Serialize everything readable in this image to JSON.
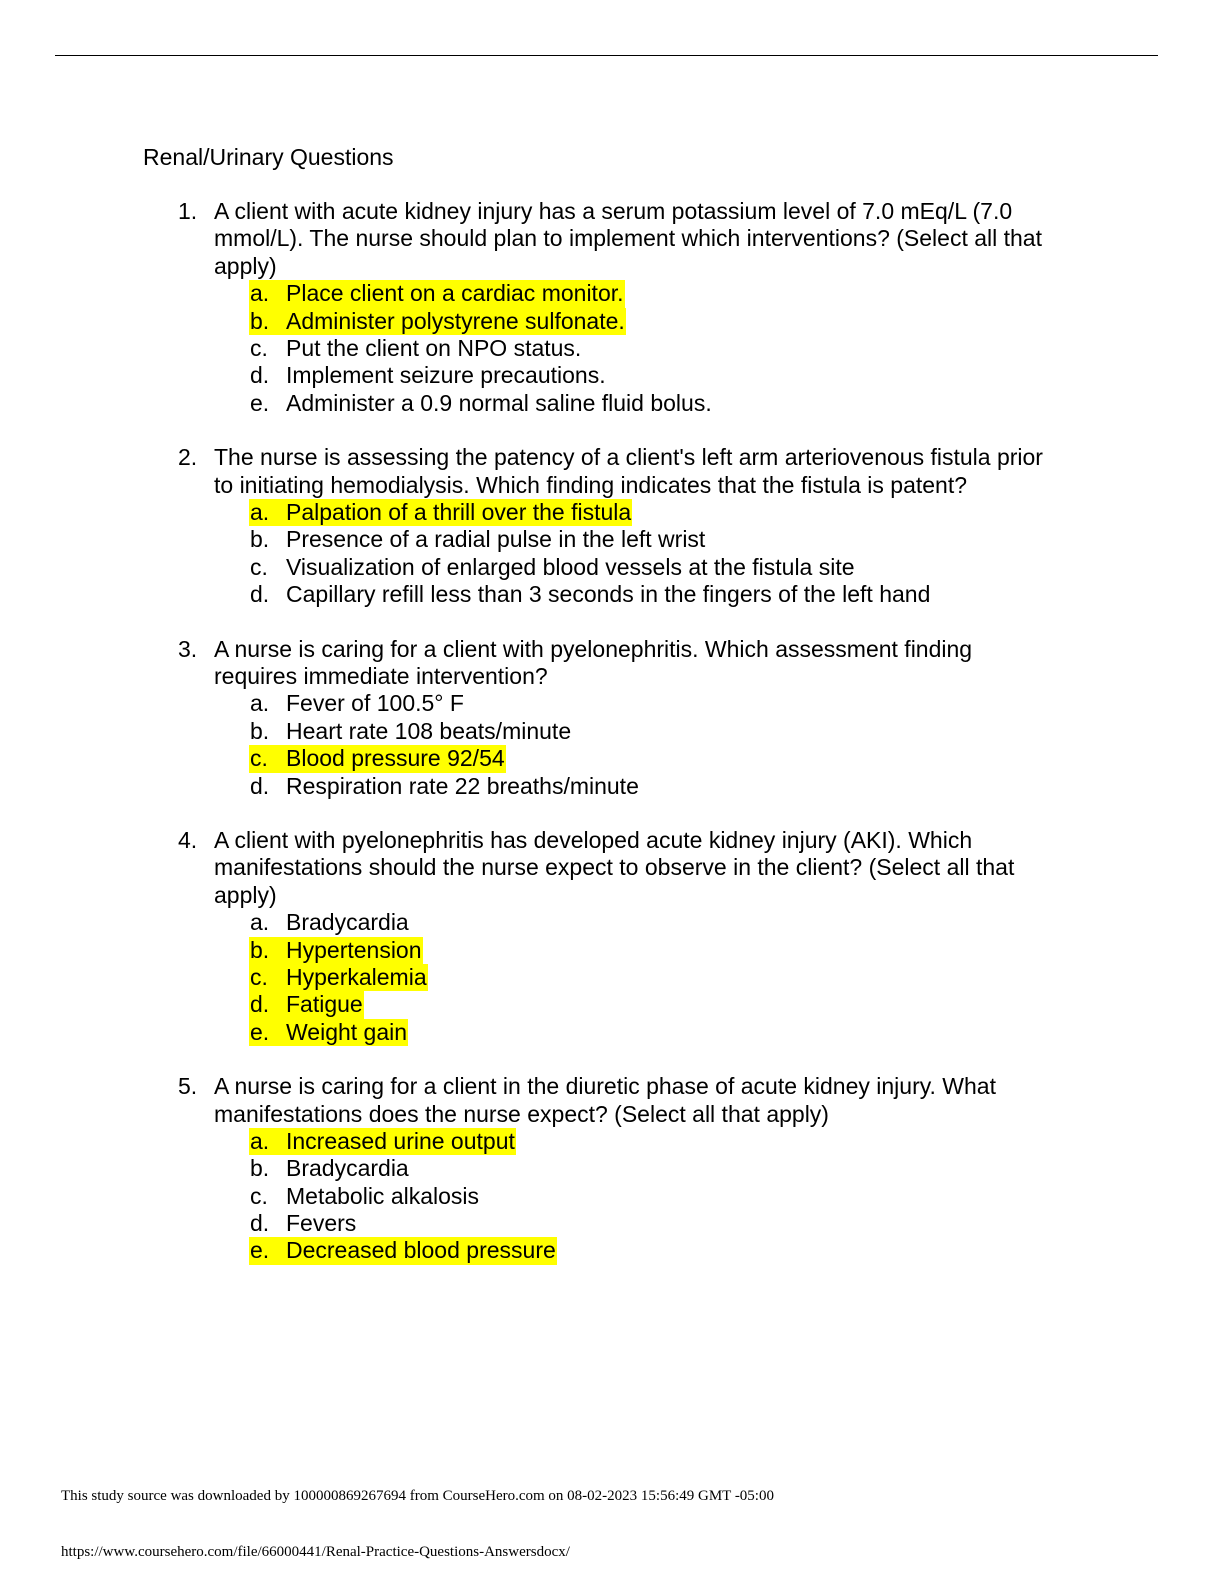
{
  "document": {
    "title": "Renal/Urinary Questions",
    "highlight_color": "#ffff00"
  },
  "questions": [
    {
      "number": "1.",
      "text": "A client with acute kidney injury has a serum potassium level of 7.0 mEq/L (7.0 mmol/L). The nurse should plan to implement which interventions? (Select all that apply)",
      "options": [
        {
          "letter": "a.",
          "text": "Place client on a cardiac monitor.",
          "highlighted": true
        },
        {
          "letter": "b.",
          "text": "Administer polystyrene sulfonate.",
          "highlighted": true
        },
        {
          "letter": "c.",
          "text": "Put the client on NPO status.",
          "highlighted": false
        },
        {
          "letter": "d.",
          "text": "Implement seizure precautions.",
          "highlighted": false
        },
        {
          "letter": "e.",
          "text": "Administer a 0.9 normal saline fluid bolus.",
          "highlighted": false
        }
      ]
    },
    {
      "number": "2.",
      "text": "The nurse is assessing the patency of a client's left arm arteriovenous fistula prior to initiating hemodialysis. Which finding indicates that the fistula is patent?",
      "options": [
        {
          "letter": "a.",
          "text": "Palpation of a thrill over the fistula",
          "highlighted": true
        },
        {
          "letter": "b.",
          "text": "Presence of a radial pulse in the left wrist",
          "highlighted": false
        },
        {
          "letter": "c.",
          "text": "Visualization of enlarged blood vessels at the fistula site",
          "highlighted": false
        },
        {
          "letter": "d.",
          "text": "Capillary refill less than 3 seconds in the fingers of the left hand",
          "highlighted": false
        }
      ]
    },
    {
      "number": "3.",
      "text": "A nurse is caring for a client with pyelonephritis. Which assessment finding requires immediate intervention?",
      "options": [
        {
          "letter": "a.",
          "text": "Fever of 100.5° F",
          "highlighted": false
        },
        {
          "letter": "b.",
          "text": "Heart rate 108 beats/minute",
          "highlighted": false
        },
        {
          "letter": "c.",
          "text": "Blood pressure 92/54",
          "highlighted": true
        },
        {
          "letter": "d.",
          "text": "Respiration rate 22 breaths/minute",
          "highlighted": false
        }
      ]
    },
    {
      "number": "4.",
      "text": "A client with pyelonephritis has developed acute kidney injury (AKI). Which manifestations should the nurse expect to observe in the client? (Select all that apply)",
      "options": [
        {
          "letter": "a.",
          "text": "Bradycardia",
          "highlighted": false
        },
        {
          "letter": "b.",
          "text": "Hypertension",
          "highlighted": true
        },
        {
          "letter": "c.",
          "text": "Hyperkalemia",
          "highlighted": true
        },
        {
          "letter": "d.",
          "text": "Fatigue",
          "highlighted": true
        },
        {
          "letter": "e.",
          "text": "Weight gain",
          "highlighted": true
        }
      ]
    },
    {
      "number": "5.",
      "text": "A nurse is caring for a client in the diuretic phase of acute kidney injury. What manifestations does the nurse expect? (Select all that apply)",
      "options": [
        {
          "letter": "a.",
          "text": "Increased urine output",
          "highlighted": true
        },
        {
          "letter": "b.",
          "text": "Bradycardia",
          "highlighted": false
        },
        {
          "letter": "c.",
          "text": "Metabolic alkalosis",
          "highlighted": false
        },
        {
          "letter": "d.",
          "text": "Fevers",
          "highlighted": false
        },
        {
          "letter": "e.",
          "text": "Decreased blood pressure",
          "highlighted": true
        }
      ]
    }
  ],
  "footer": {
    "source_line": "This study source was downloaded by 100000869267694 from CourseHero.com on 08-02-2023 15:56:49 GMT -05:00",
    "url": "https://www.coursehero.com/file/66000441/Renal-Practice-Questions-Answersdocx/"
  }
}
